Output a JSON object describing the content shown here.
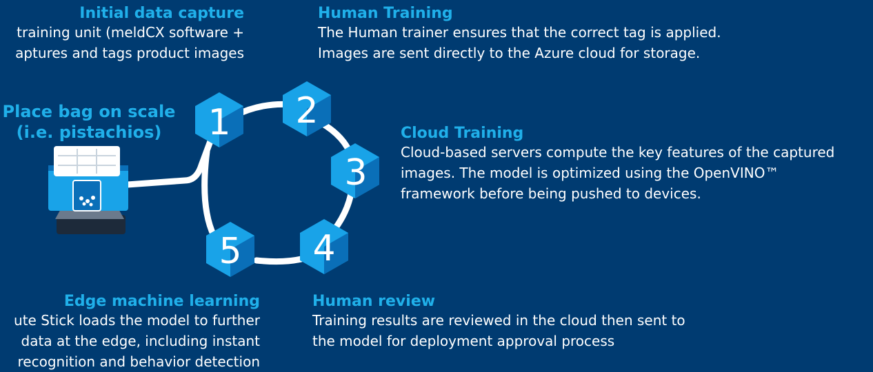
{
  "colors": {
    "background": "#003b71",
    "accent": "#20b0ea",
    "hex_light": "#19a3e8",
    "hex_dark": "#0a6fb8",
    "text": "#ffffff"
  },
  "scale_label": [
    "Place bag on scale",
    "(i.e. pistachios)"
  ],
  "steps": [
    {
      "number": "1",
      "title": "Initial data capture",
      "lines": [
        "training unit (meldCX software +",
        "aptures and tags product images"
      ]
    },
    {
      "number": "2",
      "title": "Human Training",
      "lines": [
        "The Human trainer ensures that the correct tag is applied.",
        "Images are sent directly to the Azure cloud for storage."
      ]
    },
    {
      "number": "3",
      "title": "Cloud Training",
      "lines": [
        "Cloud-based servers compute the key features of the captured",
        "images. The model is optimized using the OpenVINO™",
        "framework before being pushed to devices."
      ]
    },
    {
      "number": "4",
      "title": "Human review",
      "lines": [
        "Training results are reviewed in the cloud then sent to",
        "the model for deployment approval process"
      ]
    },
    {
      "number": "5",
      "title": "Edge machine learning",
      "lines": [
        "ute Stick loads the model to further",
        "data at the edge, including instant",
        "recognition and behavior detection"
      ]
    }
  ],
  "icons": [
    "scale-icon",
    "tablet-icon",
    "product-bag-icon"
  ]
}
